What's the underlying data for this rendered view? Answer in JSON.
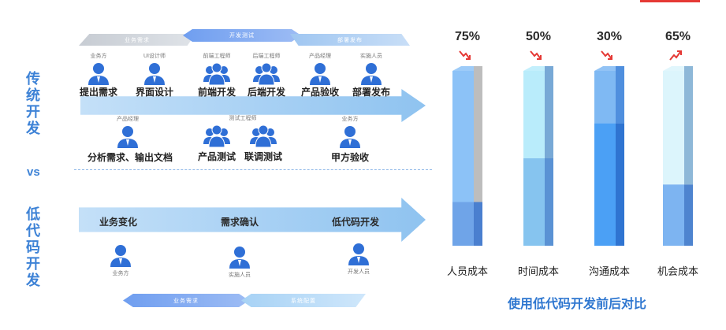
{
  "title_traditional": [
    "传",
    "统",
    "开",
    "发"
  ],
  "vs": "vs",
  "title_lowcode": [
    "低",
    "代",
    "码",
    "开",
    "发"
  ],
  "stages_top": [
    "业务需求",
    "开发测试",
    "部署发布"
  ],
  "stages_bottom": [
    "业务需求",
    "系统配置"
  ],
  "traditional_row1": [
    {
      "role": "业务方",
      "label": "提出需求",
      "icon": "single-person-icon"
    },
    {
      "role": "UI设计师",
      "label": "界面设计",
      "icon": "single-person-icon"
    },
    {
      "role": "前端工程师",
      "label": "前端开发",
      "icon": "group-people-icon"
    },
    {
      "role": "后端工程师",
      "label": "后端开发",
      "icon": "group-people-icon"
    },
    {
      "role": "产品经理",
      "label": "产品验收",
      "icon": "single-person-icon"
    },
    {
      "role": "实施人员",
      "label": "部署发布",
      "icon": "single-person-icon"
    }
  ],
  "traditional_row2": [
    {
      "role": "产品经理",
      "label": "分析需求、输出文档",
      "icon": "single-person-icon"
    },
    {
      "role": "测试工程师",
      "label": "产品测试",
      "icon": "group-people-icon"
    },
    {
      "role": "",
      "label": "联调测试",
      "icon": "group-people-icon"
    },
    {
      "role": "业务方",
      "label": "甲方验收",
      "icon": "single-person-icon"
    }
  ],
  "lowcode_flow": [
    "业务变化",
    "需求确认",
    "低代码开发"
  ],
  "lowcode_roles": [
    "业务方",
    "实施人员",
    "开发人员"
  ],
  "colors": {
    "accent": "#3d82d6",
    "icon": "#2f6fd6",
    "arrow": "#a9d1f4",
    "up_trend": "#e53935",
    "down_trend": "#e53935"
  },
  "chart_data": {
    "type": "bar",
    "title": "使用低代码开发前后对比",
    "categories": [
      "人员成本",
      "时间成本",
      "沟通成本",
      "机会成本"
    ],
    "values": [
      75,
      50,
      30,
      65
    ],
    "value_labels": [
      "75%",
      "50%",
      "30%",
      "65%"
    ],
    "trend": [
      "down",
      "down",
      "down",
      "up"
    ],
    "ylim": [
      0,
      100
    ],
    "grid": false
  }
}
